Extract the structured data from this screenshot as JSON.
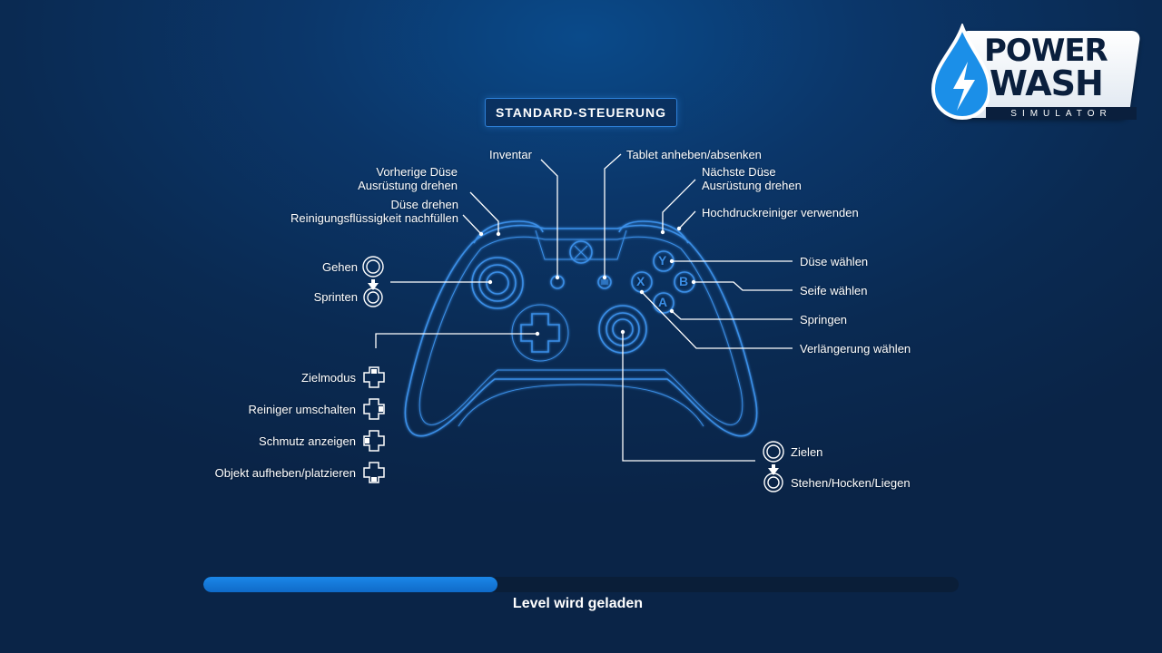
{
  "title": "STANDARD-STEUERUNG",
  "logo": {
    "line1": "POWER",
    "line2": "WASH",
    "line3": "SIMULATOR"
  },
  "labels": {
    "inventory": "Inventar",
    "tablet": "Tablet anheben/absenken",
    "prev_nozzle_1": "Vorherige Düse",
    "prev_nozzle_2": "Ausrüstung drehen",
    "rotate_nozzle": "Düse drehen",
    "refill": "Reinigungsflüssigkeit nachfüllen",
    "next_nozzle_1": "Nächste Düse",
    "next_nozzle_2": "Ausrüstung drehen",
    "use_washer": "Hochdruckreiniger verwenden",
    "walk": "Gehen",
    "sprint": "Sprinten",
    "choose_nozzle": "Düse wählen",
    "choose_soap": "Seife wählen",
    "jump": "Springen",
    "choose_extension": "Verlängerung wählen",
    "aim_mode": "Zielmodus",
    "switch_cleaner": "Reiniger umschalten",
    "show_dirt": "Schmutz anzeigen",
    "pick_place": "Objekt aufheben/platzieren",
    "aim": "Zielen",
    "stance": "Stehen/Hocken/Liegen"
  },
  "buttons": {
    "y": "Y",
    "b": "B",
    "a": "A",
    "x": "X"
  },
  "loading": {
    "text": "Level wird geladen",
    "progress": 0.39
  },
  "colors": {
    "accent": "#2d7fd6",
    "line": "#ffffff",
    "progress": "#1b87e8"
  }
}
